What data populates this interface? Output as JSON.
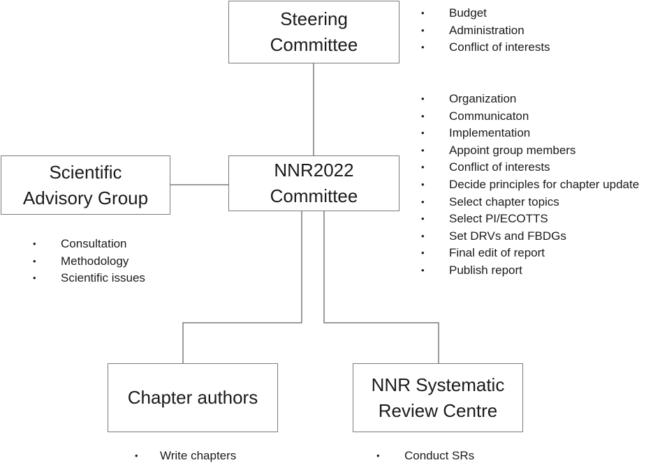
{
  "nodes": {
    "steering": {
      "line1": "Steering",
      "line2": "Committee"
    },
    "nnr": {
      "line1": "NNR2022",
      "line2": "Committee"
    },
    "sag": {
      "line1": "Scientific",
      "line2": "Advisory Group"
    },
    "authors": {
      "line1": "Chapter authors"
    },
    "src": {
      "line1": "NNR Systematic",
      "line2": "Review Centre"
    }
  },
  "lists": {
    "steering": [
      "Budget",
      "Administration",
      "Conflict of interests"
    ],
    "nnr": [
      "Organization",
      "Communicaton",
      "Implementation",
      "Appoint group members",
      "Conflict of interests",
      "Decide principles for chapter update",
      "Select chapter topics",
      "Select PI/ECOTTS",
      "Set DRVs and FBDGs",
      "Final edit of report",
      "Publish report"
    ],
    "sag": [
      "Consultation",
      "Methodology",
      "Scientific issues"
    ],
    "authors": [
      "Write chapters"
    ],
    "src": [
      "Conduct SRs"
    ]
  },
  "bullet_char": "•",
  "colors": {
    "box_border": "#7a7a7a",
    "connector": "#7a7a7a",
    "text": "#1a1a1a"
  }
}
